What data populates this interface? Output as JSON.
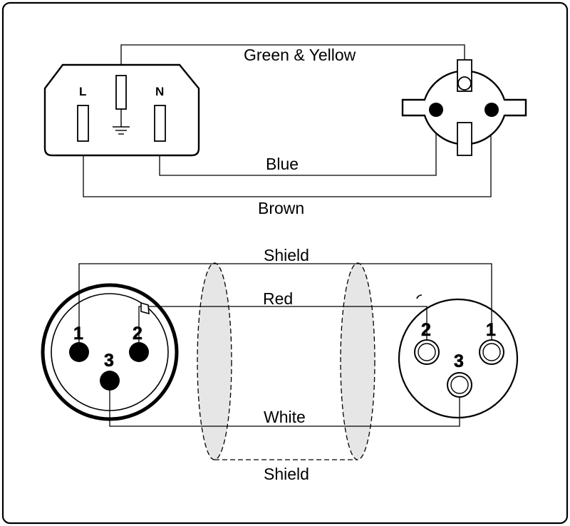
{
  "power_section": {
    "iec_inlet": {
      "pin_live_label": "L",
      "pin_neutral_label": "N"
    },
    "wires": {
      "earth": "Green & Yellow",
      "neutral": "Blue",
      "live": "Brown"
    }
  },
  "audio_section": {
    "xlr_male_pins": [
      "1",
      "2",
      "3"
    ],
    "xlr_female_pins": [
      "2",
      "1",
      "3"
    ],
    "wires": {
      "shield_top": "Shield",
      "hot": "Red",
      "cold": "White",
      "shield_bottom": "Shield"
    }
  }
}
